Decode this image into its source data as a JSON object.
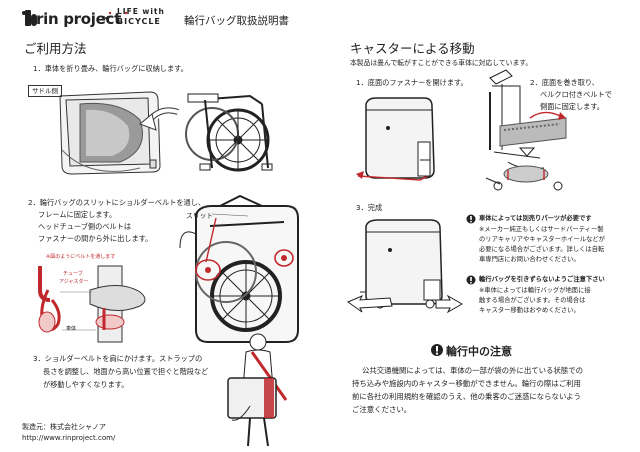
{
  "header": {
    "brand": "rin project",
    "cross": "×",
    "life_line1": "LIFE with",
    "life_line2": "BICYCLE",
    "doc_title": "輪行バッグ取扱説明書"
  },
  "left": {
    "section_title": "ご利用方法",
    "step1": "1．車体を折り畳み、輪行バッグに収納します。",
    "saddle_tag": "サドル側",
    "step2_l1": "2．輪行バッグのスリットにショルダーベルトを通し、",
    "step2_l2": "フレームに固定します。",
    "step2_l3": "ヘッドチューブ側のベルトは",
    "step2_l4": "ファスナーの間から外に出します。",
    "slit_label": "スリット",
    "belt_note": "※図のようにベルトを通します",
    "tube_label": "チューブ",
    "adjuster_label": "アジャスター",
    "frame_label": "車体",
    "step3_l1": "3．ショルダーベルトを肩にかけます。ストラップの",
    "step3_l2": "長さを調整し、地面から高い位置で担ぐと階段など",
    "step3_l3": "が移動しやすくなります。",
    "maker": "製造元：株式会社シャノア",
    "url": "http://www.rinproject.com/"
  },
  "right": {
    "section_title": "キャスターによる移動",
    "intro": "本製品は畳んで転がすことができる車体に対応しています。",
    "step1": "1．底面のファスナーを開けます。",
    "step2_l1": "2．底面を巻き取り、",
    "step2_l2": "ベルクロ付きベルトで",
    "step2_l3": "側面に固定します。",
    "step3": "3．完成",
    "warn1_title": "車体によっては別売りパーツが必要です",
    "warn1_l1": "※メーカー純正もしくはサードパーティー製",
    "warn1_l2": "のリアキャリアやキャスターホイールなどが",
    "warn1_l3": "必要になる場合がございます。詳しくは自転",
    "warn1_l4": "車専門店にお問い合わせください。",
    "warn2_title": "輪行バッグを引きずらないようご注意下さい",
    "warn2_l1": "※車体によっては輪行バッグが地面に接",
    "warn2_l2": "触する場合がございます。その場合は",
    "warn2_l3": "キャスター移動はおやめください。",
    "notice_title": "輪行中の注意",
    "notice_l1": "公共交通機関によっては、車体の一部が袋の外に出ている状態での",
    "notice_l2": "持ち込みや施設内のキャスター移動ができません。輪行の際はご利用",
    "notice_l3": "前に各社の利用規約を確認のうえ、他の乗客のご迷惑にならないよう",
    "notice_l4": "ご注意ください。"
  }
}
